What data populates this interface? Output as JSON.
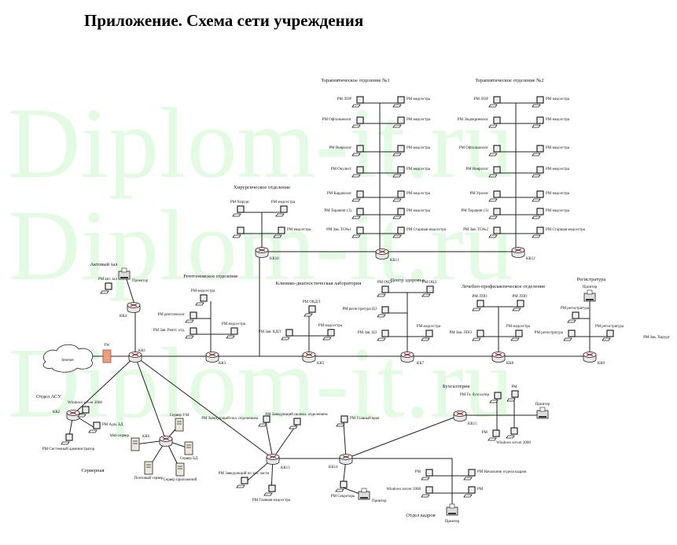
{
  "title": "Приложение. Схема сети учреждения",
  "watermark": [
    "Diplom-it.ru",
    "Diplom-it.ru",
    "Diplom-it.ru"
  ],
  "sections": {
    "ter1": "Терапевтическое отделение №1",
    "ter2": "Терапевтическое отделение №2",
    "hir": "Хирургическое отделение",
    "akt": "Актовый зал",
    "rent": "Рентгеновское отделение",
    "kdl": "Клинико-диагностическая лаборатория",
    "cz": "Центр здоровья",
    "lpo": "Лечебно-профилактическое отделение",
    "reg": "Регистратура",
    "asu": "Отдел АСУ",
    "srv": "Серверная",
    "buh": "Бухгалтерия",
    "kadr": "Отдел кадров"
  },
  "network": {
    "internet": "Internet",
    "firewall": "FW"
  },
  "switches": {
    "kk1": "КК1",
    "kk2": "КК2",
    "kk3": "КК3",
    "kk4": "КК4",
    "kk5": "КК5",
    "kk6": "КК6",
    "kk7": "КК7",
    "kk8": "КК8",
    "kk9": "КК9",
    "kk10": "КК10",
    "kk11": "КК11",
    "kk12": "КК12",
    "kk13": "КК13",
    "kk14": "КК14",
    "kk15": "КК15"
  },
  "ter1": {
    "left": [
      "РМ ЛОР",
      "РМ Офтальмолог",
      "РМ Невролог",
      "РМ Окулист",
      "РМ Кардиолог",
      "РМ Терапевт (3)",
      "РМ Зав. ТО№1"
    ],
    "right": [
      "РМ медсестра",
      "РМ медсестра",
      "РМ медсестра",
      "РМ медсестра",
      "РМ медсестра",
      "РМ медсестра",
      "РМ Старшая медсестра"
    ]
  },
  "ter2": {
    "left": [
      "РМ ЛОР",
      "РМ Эндокринолог",
      "РМ Офтальмолог",
      "РМ Невролог",
      "РМ Уролог",
      "РМ Терапевт (3)",
      "РМ Зав. ТО№2"
    ],
    "right": [
      "РМ медсестра",
      "РМ медсестра",
      "РМ медсестра",
      "РМ медсестра",
      "РМ медсестра",
      "РМ медсестра",
      "РМ Старшая медсестра"
    ]
  },
  "hir": [
    "РМ Хирург",
    "РМ медсестра",
    "РМ медсестра"
  ],
  "akt": [
    "РМ акт. зал",
    "Проектор"
  ],
  "rent": [
    "РМ медсестра",
    "РМ рентгенолог",
    "РМ Зав. Рентг. отд.",
    "РМ медсестра"
  ],
  "kdl": [
    "РМ ОКДЛ",
    "РМ Зав. КДЛ",
    "РМ медсестра"
  ],
  "cz": [
    "РМ ОЦЗ",
    "РМ ОЦЗ",
    "РМ регистратура ЦЗ",
    "РМ Зав. ЦЗ",
    "РМ медсестра"
  ],
  "lpo": [
    "РМ ЛПО",
    "РМ ЛПО",
    "РМ Зав. ЛПО",
    "РМ медсестра"
  ],
  "reg": [
    "Принтер",
    "РМ регистратура",
    "РМ регистратура",
    "РМ регистратура",
    "РМ Зав. Хирург"
  ],
  "asu": [
    "Windows server 2008",
    "РМ Адм. БД",
    "РМ Системный администратор"
  ],
  "srv": [
    "Web сервер",
    "Сервер VM",
    "Сервер БД",
    "Почтовый сервер",
    "Сервер приложений"
  ],
  "admin": [
    "РМ Заведующий пол. отделением",
    "РМ Заведующий поликл. отделением",
    "РМ Заведующий по хоз. части",
    "РМ Главная медсестра"
  ],
  "head": [
    "РМ Главный врач",
    "РМ Секретарь",
    "Принтер"
  ],
  "buh": [
    "РМ Гл. бухгалтер",
    "РМ",
    "Принтер",
    "РМ",
    "Windows server 2008"
  ],
  "kadr": [
    "РМ",
    "РМ Начальник отдела кадров",
    "Windows server 2008",
    "РМ",
    "Принтер"
  ]
}
